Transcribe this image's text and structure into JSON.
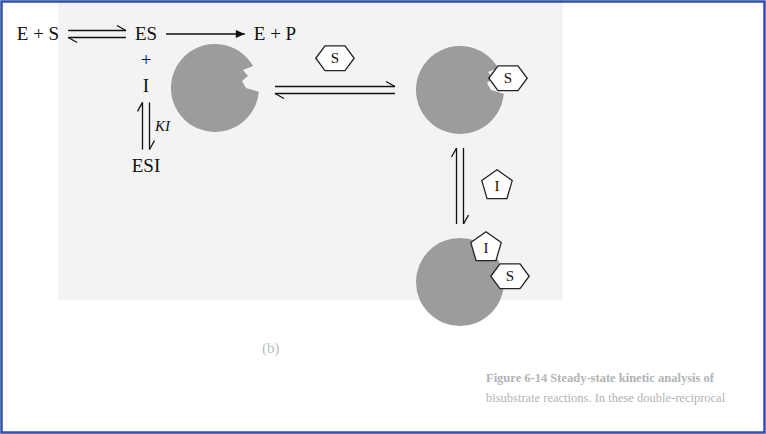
{
  "diagram": {
    "nodes": [
      {
        "text": [
          "E + S"
        ]
      },
      {
        "text": [
          "ES"
        ]
      },
      {
        "text": [
          "E + P"
        ]
      },
      {
        "text": [
          "I"
        ]
      },
      {
        "text": [
          "ESI"
        ]
      },
      {
        "text": [
          "S"
        ]
      },
      {
        "text": [
          "S"
        ]
      },
      {
        "text": [
          "I"
        ]
      },
      {
        "text": [
          "I"
        ]
      },
      {
        "text": [
          "S"
        ]
      }
    ],
    "edges": [
      {
        "from": 0,
        "to": 1,
        "arrow": "both"
      },
      {
        "from": 1,
        "to": 2,
        "arrow": "to"
      },
      {
        "from": 3,
        "to": 4,
        "label": "KI",
        "arrow": "both"
      }
    ],
    "labels": [
      "+",
      "Figure 6-14 Steady-state kinetic analysis of",
      "bisubstrate reactions. In these double-reciprocal",
      "(b)"
    ]
  }
}
